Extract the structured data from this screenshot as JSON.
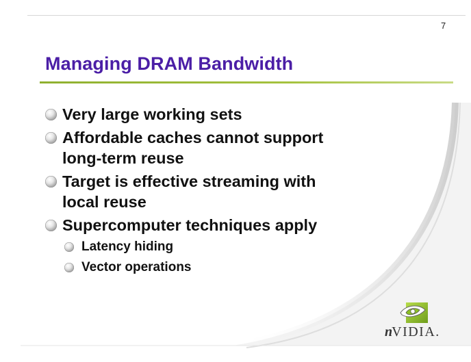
{
  "slide": {
    "page_number": "7",
    "title": "Managing DRAM Bandwidth",
    "bullets": [
      {
        "level": 1,
        "lines": [
          "Very large working sets"
        ]
      },
      {
        "level": 1,
        "lines": [
          "Affordable caches cannot support",
          "long-term reuse"
        ]
      },
      {
        "level": 1,
        "lines": [
          "Target is effective streaming with",
          "local reuse"
        ]
      },
      {
        "level": 1,
        "lines": [
          "Supercomputer techniques apply"
        ]
      },
      {
        "level": 2,
        "lines": [
          "Latency hiding"
        ]
      },
      {
        "level": 2,
        "lines": [
          "Vector operations"
        ]
      }
    ]
  },
  "logo": {
    "text_prefix": "n",
    "text_rest": "VIDIA.",
    "icon": "nvidia-eye-icon"
  },
  "colors": {
    "title": "#4b1ea6",
    "title_rule": "#9bba35",
    "logo_green": "#8cbf26",
    "text": "#111111"
  }
}
